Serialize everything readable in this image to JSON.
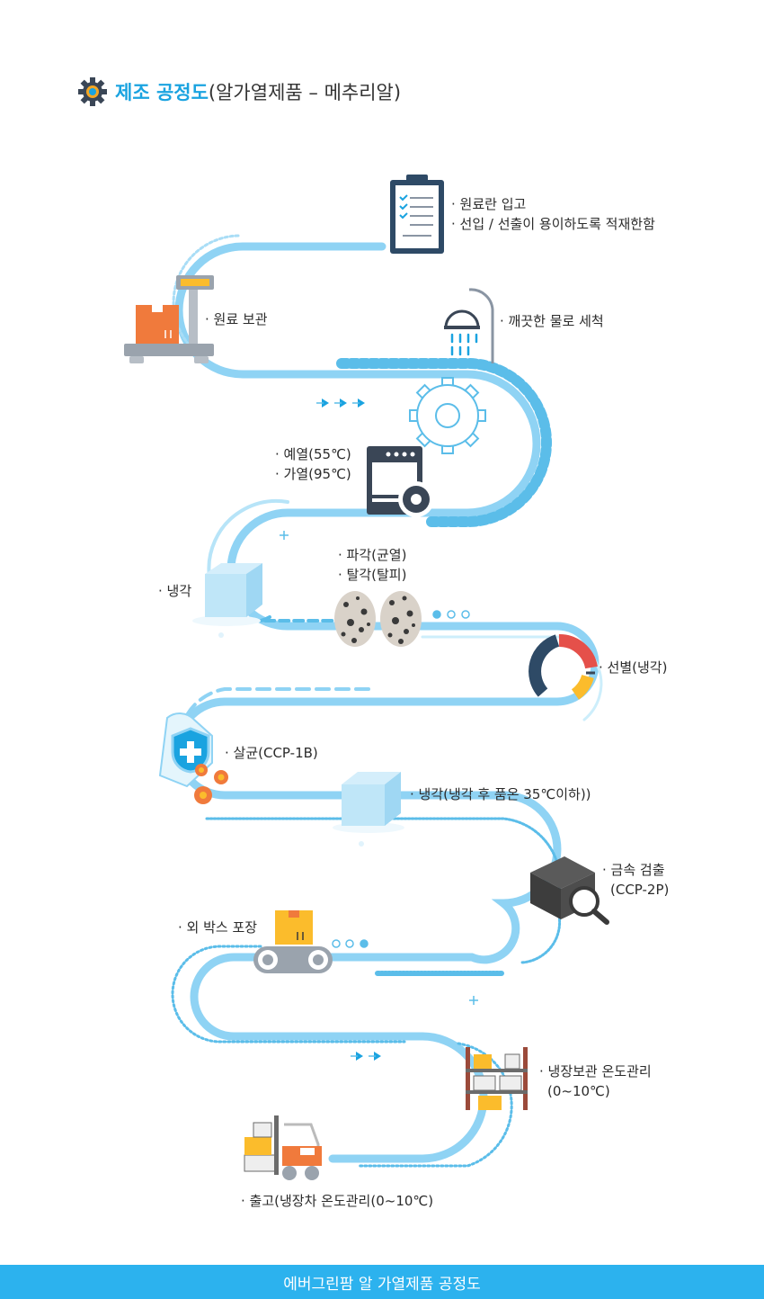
{
  "header": {
    "title_highlight": "제조 공정도",
    "title_rest": "(알가열제품 – 메추리알)"
  },
  "icons": {
    "title": "gear-icon",
    "step1": "clipboard-icon",
    "step2": "scale-box-icon",
    "step3": "shower-icon",
    "step4": "oven-gear-icon",
    "step5": "ice-cube-icon",
    "step6": "quail-egg-icon",
    "step7": "donut-chart-icon",
    "step8": "shield-cross-icon",
    "step9": "ice-cube-icon",
    "step10": "box-magnifier-icon",
    "step11": "conveyor-box-icon",
    "step12": "storage-shelf-icon",
    "step13": "forklift-icon"
  },
  "steps": {
    "intake": [
      "· 원료란 입고",
      "· 선입 / 선출이 용이하도록 적재한함"
    ],
    "storage": "· 원료 보관",
    "wash": "· 깨끗한 물로 세척",
    "heat": [
      "· 예열(55℃)",
      "· 가열(95℃)"
    ],
    "cool1": "· 냉각",
    "crack": [
      "· 파각(균열)",
      "· 탈각(탈피)"
    ],
    "sort": "· 선별(냉각)",
    "sterilize": "· 살균(CCP-1B)",
    "cool2": "· 냉각(냉각 후 품온 35℃이하))",
    "metal": [
      "· 금속 검출",
      "(CCP-2P)"
    ],
    "pack": "· 외 박스 포장",
    "cold_storage": [
      "· 냉장보관 온도관리",
      "(0~10℃)"
    ],
    "ship": "· 출고(냉장차 온도관리(0~10℃)"
  },
  "footer": {
    "text": "에버그린팜 알 가열제품 공정도"
  },
  "colors": {
    "accent": "#1aa3e0",
    "path": "#8fd3f4",
    "path_light": "#cdeefb",
    "orange": "#f07a3c",
    "yellow": "#fbbc2c",
    "navy": "#2e4a66",
    "dark": "#4a4a4a",
    "red": "#e5504a",
    "footer_bg": "#2cb2ee"
  }
}
